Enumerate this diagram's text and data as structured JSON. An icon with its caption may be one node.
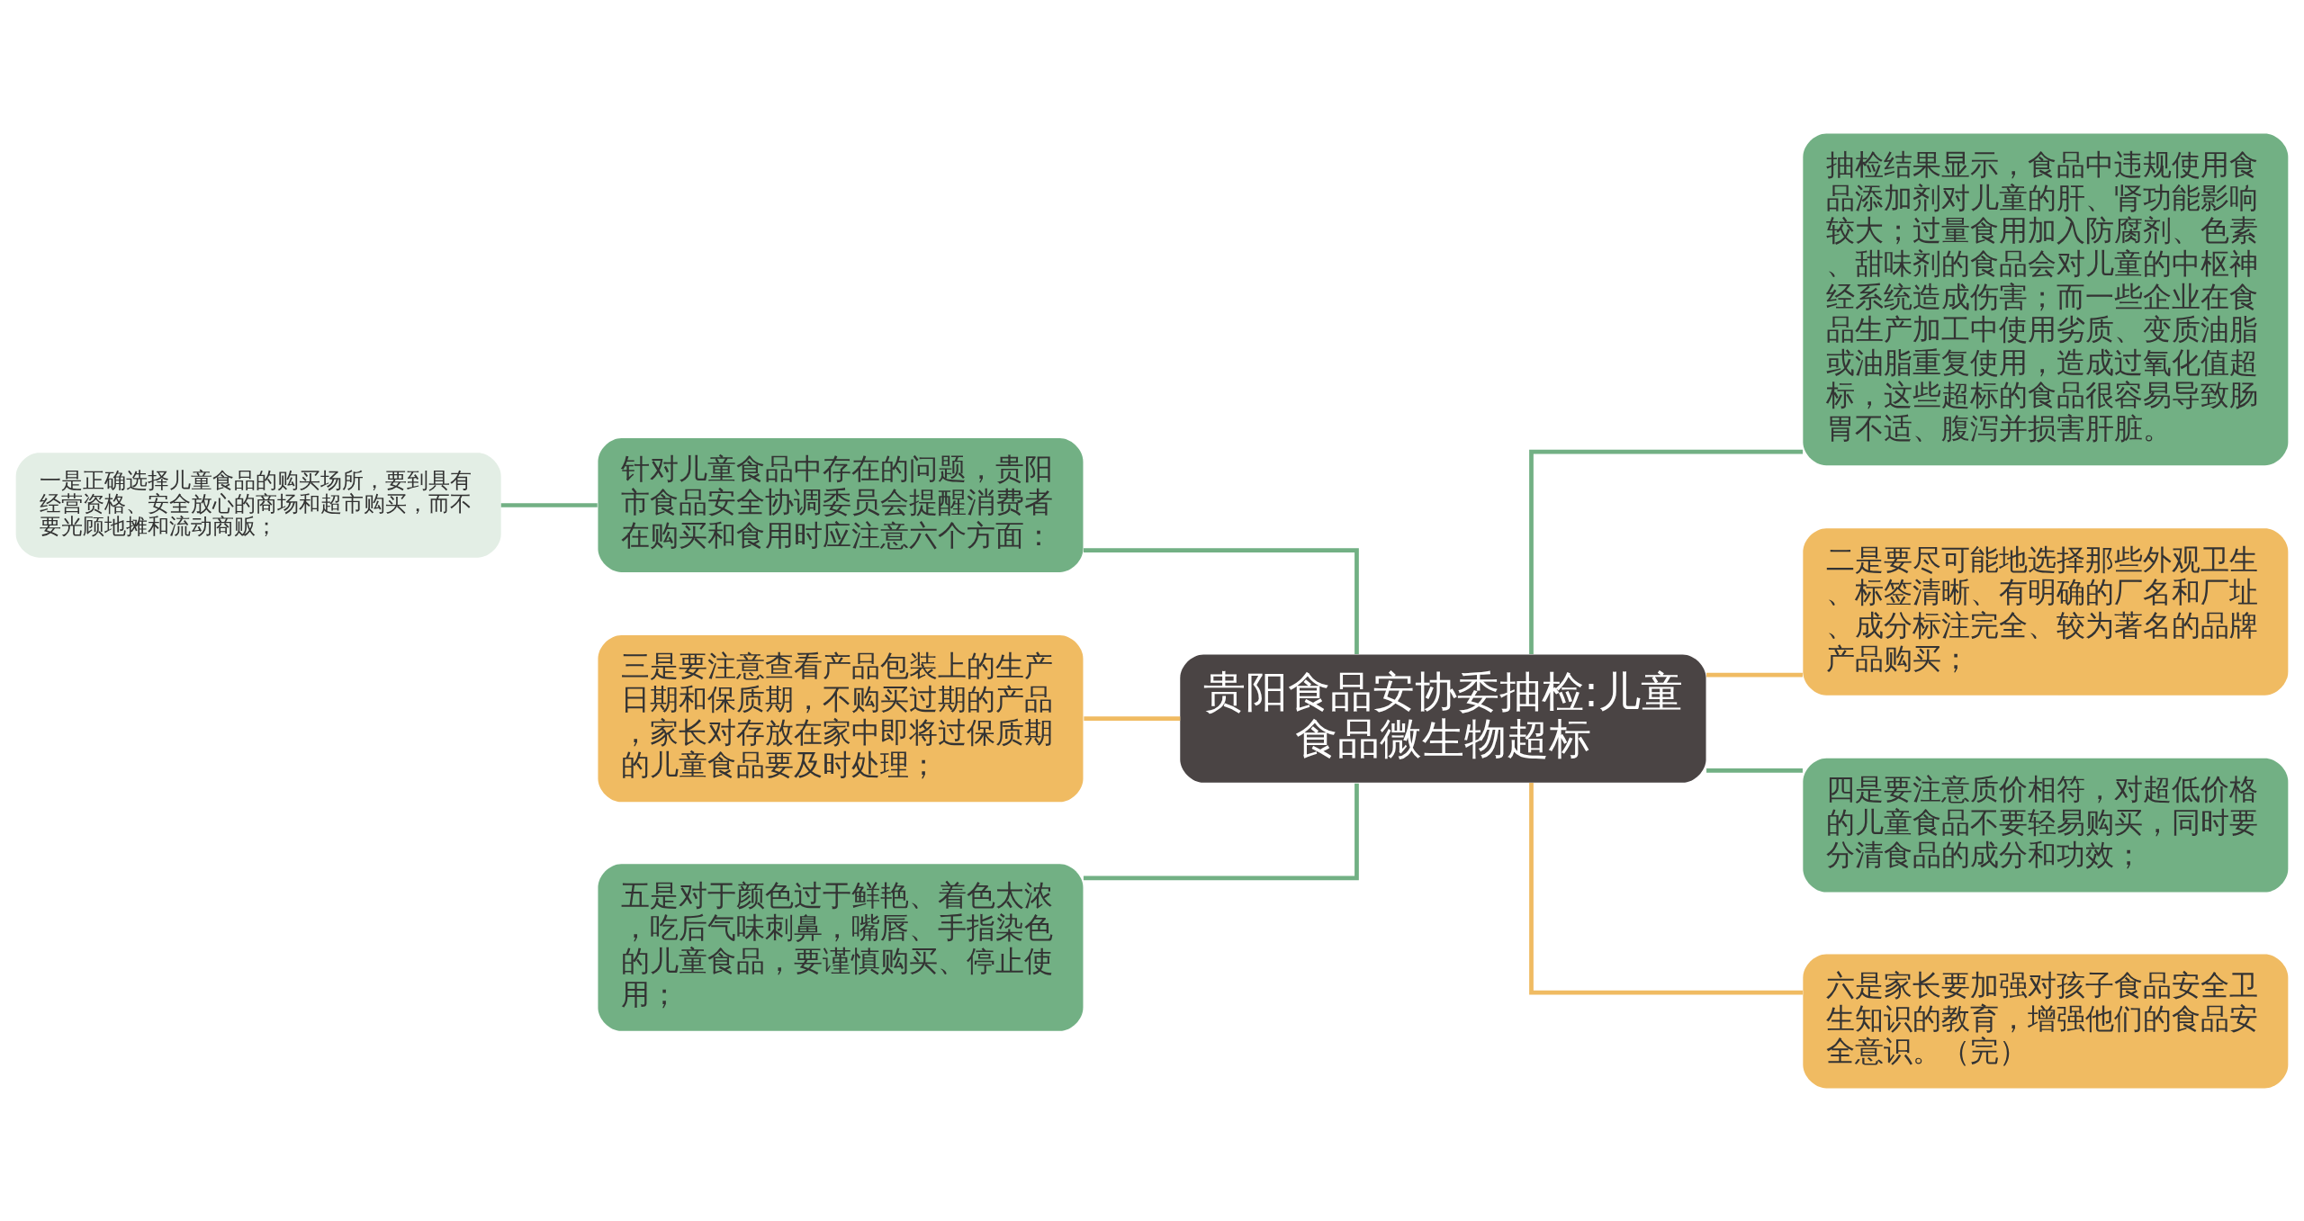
{
  "diagram": {
    "nodes": [
      {
        "text": [
          "贵阳食品安协委抽检:儿童食品微生物超标"
        ]
      },
      {
        "text": [
          "针对儿童食品中存在的问题，贵阳市食品安全协调委员会提醒消费者在购买和食用时应注意六个方面："
        ]
      },
      {
        "text": [
          "一是正确选择儿童食品的购买场所，要到具有经营资格、安全放心的商场和超市购买，而不要光顾地摊和流动商贩；"
        ]
      },
      {
        "text": [
          "三是要注意查看产品包装上的生产日期和保质期，不购买过期的产品，家长对存放在家中即将过保质期的儿童食品要及时处理；"
        ]
      },
      {
        "text": [
          "五是对于颜色过于鲜艳、着色太浓，吃后气味刺鼻，嘴唇、手指染色的儿童食品，要谨慎购买、停止使用；"
        ]
      },
      {
        "text": [
          "抽检结果显示，食品中违规使用食品添加剂对儿童的肝、肾功能影响较大；过量食用加入防腐剂、色素、甜味剂的食品会对儿童的中枢神经系统造成伤害；而一些企业在食品生产加工中使用劣质、变质油脂或油脂重复使用，造成过氧化值超标，这些超标的食品很容易导致肠胃不适、腹泻并损害肝脏。"
        ]
      },
      {
        "text": [
          "二是要尽可能地选择那些外观卫生、标签清晰、有明确的厂名和厂址、成分标注完全、较为著名的品牌产品购买；"
        ]
      },
      {
        "text": [
          "四是要注意质价相符，对超低价格的儿童食品不要轻易购买，同时要分清食品的成分和功效；"
        ]
      },
      {
        "text": [
          "六是家长要加强对孩子食品安全卫生知识的教育，增强他们的食品安全意识。（完）"
        ]
      }
    ],
    "edges": [
      {
        "from": 1,
        "to": 0,
        "arrow": "none"
      },
      {
        "from": 2,
        "to": 1,
        "arrow": "none"
      },
      {
        "from": 3,
        "to": 0,
        "arrow": "none",
        "color": "#f0bb62"
      },
      {
        "from": 4,
        "to": 0,
        "arrow": "none"
      },
      {
        "from": 0,
        "to": 5,
        "arrow": "none"
      },
      {
        "from": 0,
        "to": 6,
        "arrow": "none",
        "color": "#f0bb62"
      },
      {
        "from": 0,
        "to": 7,
        "arrow": "none"
      },
      {
        "from": 0,
        "to": 8,
        "arrow": "none",
        "color": "#f0bb62"
      }
    ]
  }
}
